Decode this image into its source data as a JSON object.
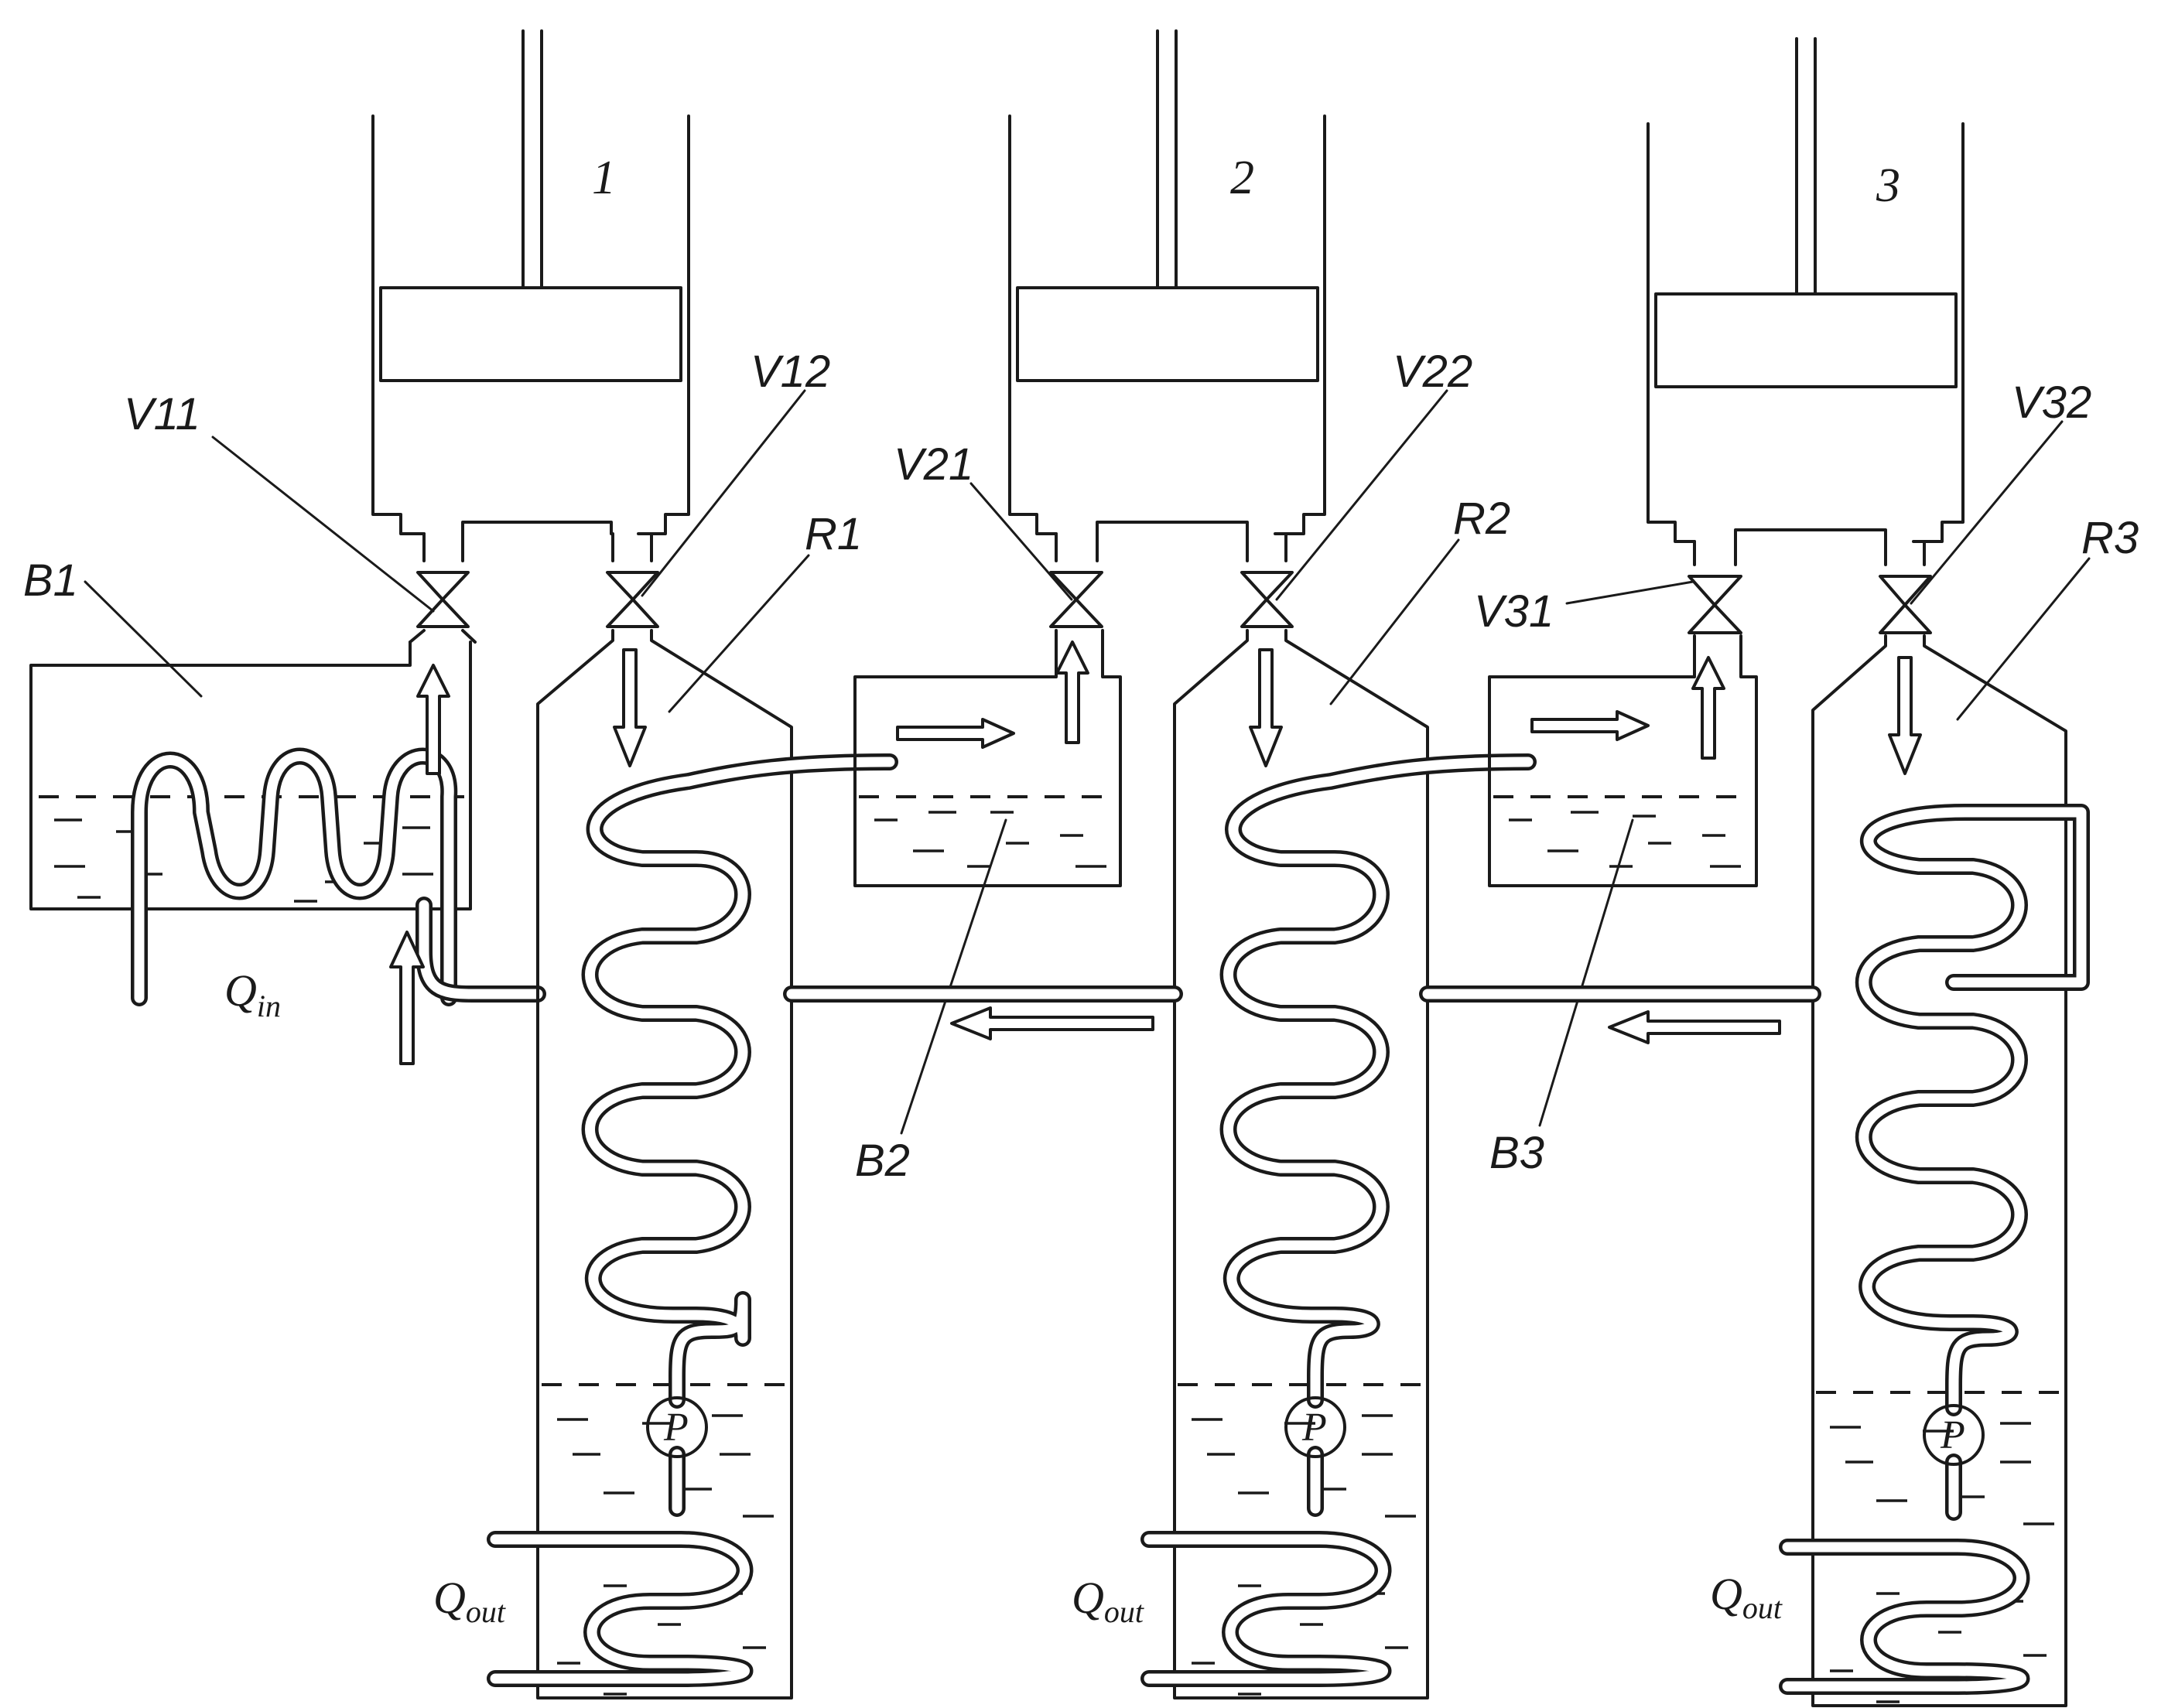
{
  "labels": {
    "stage1": "1",
    "stage2": "2",
    "stage3": "3",
    "V11": "V11",
    "V12": "V12",
    "V21": "V21",
    "V22": "V22",
    "V31": "V31",
    "V32": "V32",
    "R1": "R1",
    "R2": "R2",
    "R3": "R3",
    "B1": "B1",
    "B2": "B2",
    "B3": "B3",
    "pump": "P",
    "q_in_main": "Q",
    "q_in_sub": "in",
    "q_out_main": "Q",
    "q_out_sub": "out"
  }
}
